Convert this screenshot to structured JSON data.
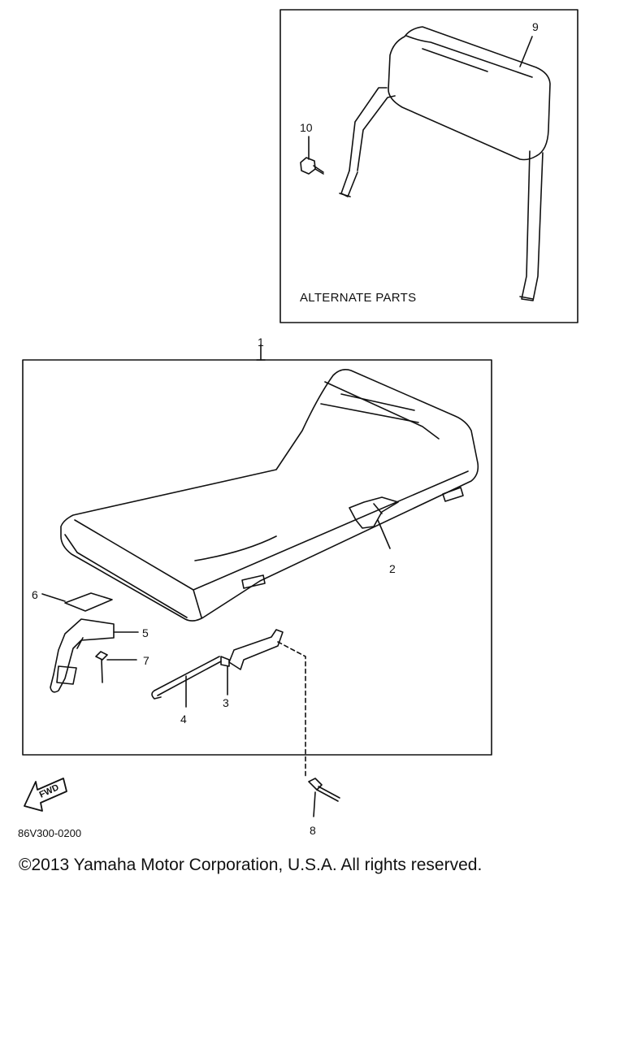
{
  "diagram": {
    "alternate_parts_title": "ALTERNATE PARTS",
    "figure_code": "86V300-0200",
    "fwd_label": "FWD",
    "callouts": [
      "1",
      "2",
      "3",
      "4",
      "5",
      "6",
      "7",
      "8",
      "9",
      "10"
    ]
  },
  "footer": {
    "copyright": "©2013 Yamaha Motor Corporation, U.S.A. All rights reserved."
  }
}
